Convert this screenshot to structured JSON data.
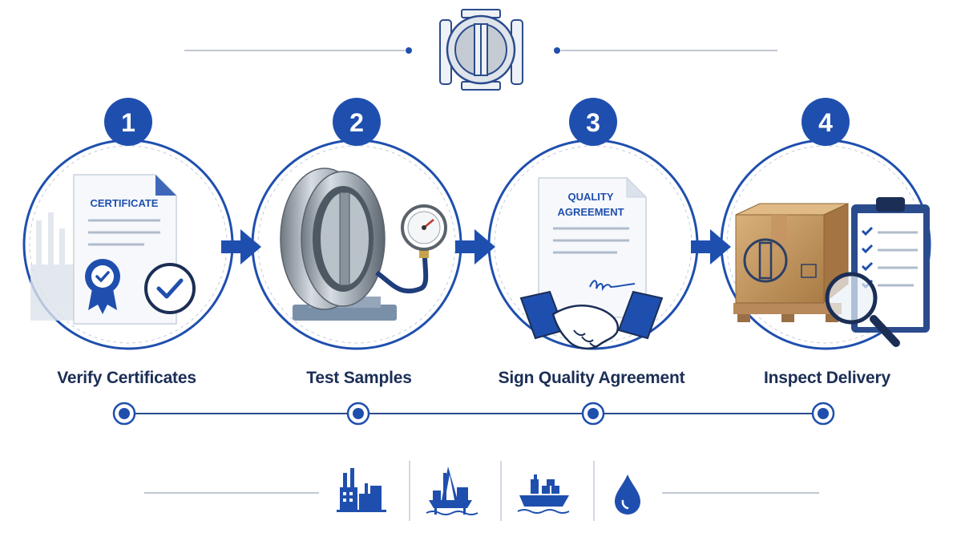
{
  "colors": {
    "primary": "#1f4fae",
    "dark": "#1b2e55",
    "steel": "#9aa3ad",
    "box": "#c79a63",
    "line": "#b8c4d6"
  },
  "steps": [
    {
      "number": "1",
      "label": "Verify Certificates",
      "doc_title": "CERTIFICATE",
      "icon": "certificate-icon"
    },
    {
      "number": "2",
      "label": "Test Samples",
      "icon": "valve-pressure-gauge-icon"
    },
    {
      "number": "3",
      "label": "Sign Quality Agreement",
      "doc_title_line1": "QUALITY",
      "doc_title_line2": "AGREEMENT",
      "icon": "handshake-icon"
    },
    {
      "number": "4",
      "label": "Inspect Delivery",
      "icon": "package-inspection-icon"
    }
  ],
  "top_icon": "check-valve-icon",
  "industries": [
    "factory-icon",
    "oil-rig-icon",
    "cargo-ship-icon",
    "water-drop-icon"
  ]
}
